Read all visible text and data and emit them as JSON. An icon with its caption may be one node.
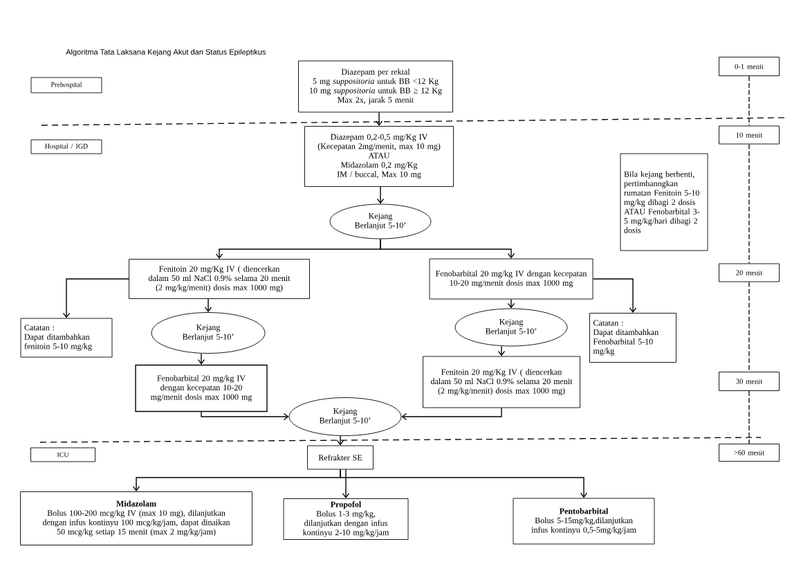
{
  "diagram": {
    "title": "Algoritma Tata Laksana Kejang Akut dan Status Epileptikus",
    "nodes": [
      {
        "text": [
          "Prehospital"
        ]
      },
      {
        "text": [
          "Hospital / IGD"
        ]
      },
      {
        "text": [
          "ICU"
        ]
      },
      {
        "text": [
          "0-1 menit"
        ]
      },
      {
        "text": [
          "10 menit"
        ]
      },
      {
        "text": [
          "20 menit"
        ]
      },
      {
        "text": [
          "30 menit"
        ]
      },
      {
        "text": [
          ">60 menit"
        ]
      },
      {
        "text": [
          "Diazepam per rektal",
          "5 mg *suppositoria* untuk BB <12 Kg",
          "10 mg *suppositoria* untuk BB ≥ 12 Kg",
          "Max 2x, jarak 5 menit"
        ]
      },
      {
        "text": [
          "Diazepam 0,2-0,5 mg/Kg IV (Kecepatan 2mg/menit, max 10 mg)",
          "ATAU",
          "Midazolam 0,2 mg/Kg IM / buccal, Max 10 mg"
        ]
      },
      {
        "text": [
          "Kejang Berlanjut 5-10’"
        ]
      },
      {
        "text": [
          "Fenitoin 20 mg/Kg IV ( diencerkan dalam 50 ml NaCl 0.9% selama 20 menit (2 mg/kg/menit) dosis max 1000 mg)"
        ]
      },
      {
        "text": [
          "Fenobarbital 20 mg/kg IV dengan kecepatan 10-20 mg/menit dosis max 1000 mg"
        ]
      },
      {
        "text": [
          "Catatan :",
          "Dapat ditambahkan fenitoin 5-10 mg/kg"
        ]
      },
      {
        "text": [
          "Kejang Berlanjut 5-10’"
        ]
      },
      {
        "text": [
          "Kejang Berlanjut 5-10’"
        ]
      },
      {
        "text": [
          "Catatan :",
          "Dapat ditambahkan Fenobarbital 5-10 mg/kg"
        ]
      },
      {
        "text": [
          "Fenobarbital 20 mg/kg IV dengan kecepatan 10-20 mg/menit dosis max 1000 mg"
        ]
      },
      {
        "text": [
          "Fenitoin 20 mg/Kg IV ( diencerkan dalam 50 ml NaCl 0.9% selama 20 menit (2 mg/kg/menit) dosis max 1000 mg)"
        ]
      },
      {
        "text": [
          "Kejang Berlanjut 5-10’"
        ]
      },
      {
        "text": [
          "Bila kejang berhenti, pertimbanngkan rumatan Fenitoin 5-10 mg/kg dibagi 2 dosis ATAU Fenobarbital 3-5 mg/kg/hari dibagi 2 dosis"
        ]
      },
      {
        "text": [
          "Refrakter SE"
        ]
      },
      {
        "text": [
          "Midazolam",
          "Bolus 100-200 mcg/kg IV (max 10 mg), dilanjutkan dengan infus kontinyu 100 mcg/kg/jam, dapat dinaikan 50 mcg/kg setiap 15 menit (max 2 mg/kg/jam)"
        ]
      },
      {
        "text": [
          "Propofol",
          "Bolus 1-3 mg/kg, dilanjutkan dengan infus kontinyu 2-10 mg/kg/jam"
        ]
      },
      {
        "text": [
          "Pentobarbital",
          "Bolus 5-15mg/kg,dilanjutkan infus kontinyu 0,5-5mg/kg/jam"
        ]
      }
    ],
    "edges": [
      {
        "from": 8,
        "to": 9,
        "arrow": "to"
      },
      {
        "from": 9,
        "to": 10,
        "arrow": "to"
      },
      {
        "from": 10,
        "to": 11,
        "arrow": "to"
      },
      {
        "from": 10,
        "to": 12,
        "arrow": "to"
      },
      {
        "from": 11,
        "to": 13,
        "arrow": "to"
      },
      {
        "from": 11,
        "to": 14,
        "arrow": "to"
      },
      {
        "from": 12,
        "to": 16,
        "arrow": "to"
      },
      {
        "from": 12,
        "to": 15,
        "arrow": "to"
      },
      {
        "from": 14,
        "to": 17,
        "arrow": "to"
      },
      {
        "from": 15,
        "to": 18,
        "arrow": "to"
      },
      {
        "from": 17,
        "to": 19,
        "arrow": "to"
      },
      {
        "from": 18,
        "to": 19,
        "arrow": "to"
      },
      {
        "from": 19,
        "to": 21,
        "arrow": "to"
      },
      {
        "from": 21,
        "to": 22,
        "arrow": "to"
      },
      {
        "from": 21,
        "to": 23,
        "arrow": "to"
      },
      {
        "from": 21,
        "to": 24,
        "arrow": "to"
      },
      {
        "from": 3,
        "to": 4,
        "arrow": "none",
        "style": "dashed"
      },
      {
        "from": 4,
        "to": 5,
        "arrow": "none",
        "style": "dashed"
      },
      {
        "from": 5,
        "to": 6,
        "arrow": "none",
        "style": "dashed"
      },
      {
        "from": 6,
        "to": 7,
        "arrow": "none",
        "style": "dashed"
      }
    ]
  }
}
